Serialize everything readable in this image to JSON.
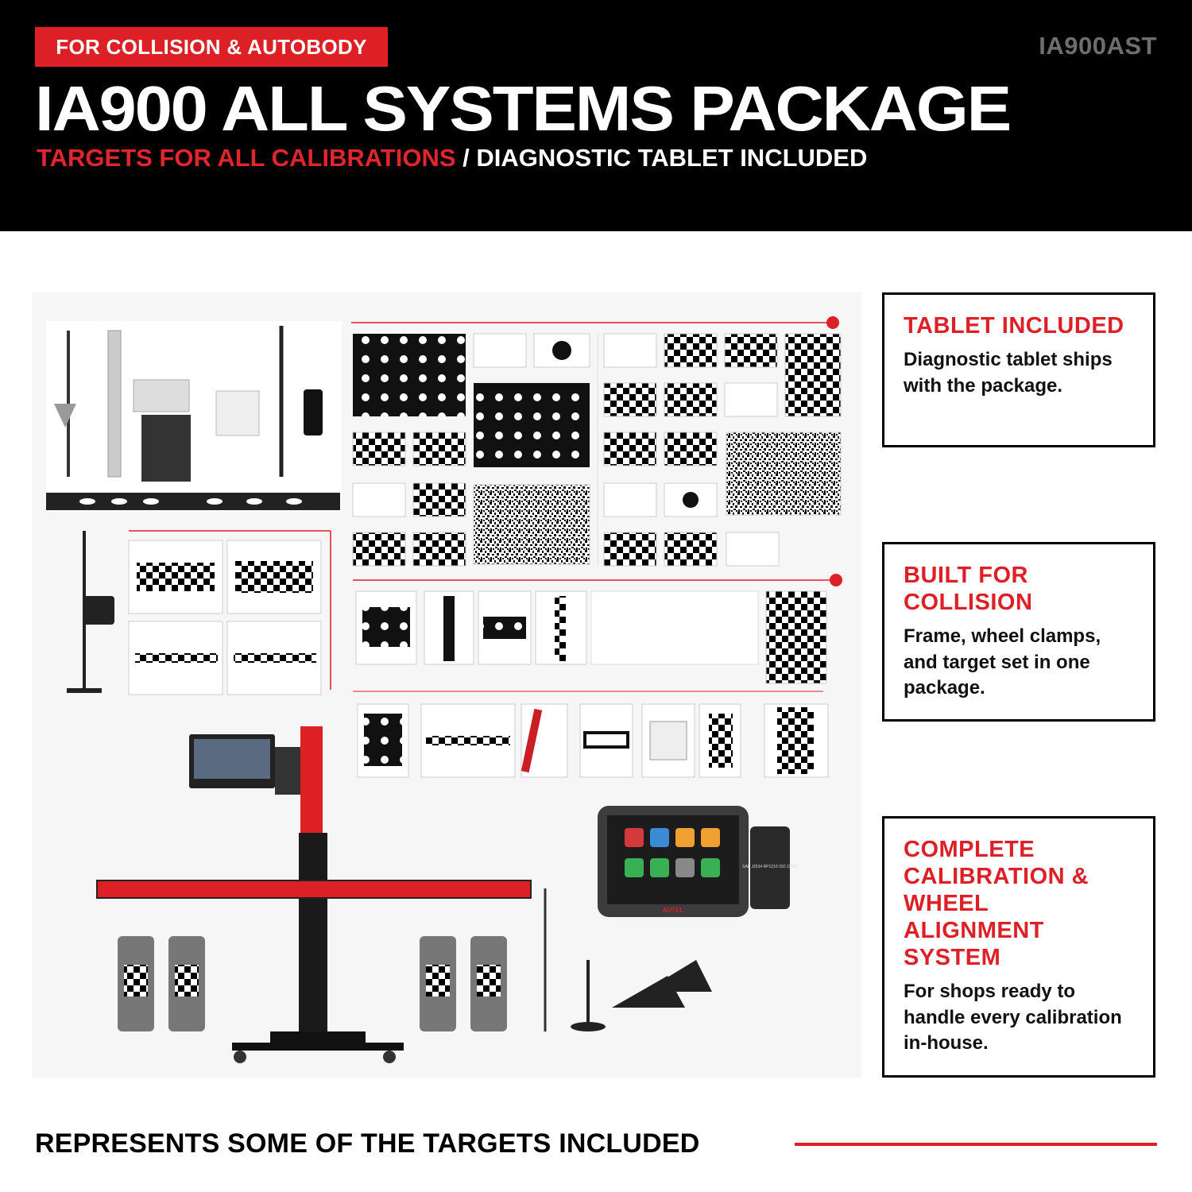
{
  "header": {
    "badge": "FOR COLLISION & AUTOBODY",
    "sku": "IA900AST",
    "title": "IA900 ALL SYSTEMS PACKAGE",
    "subtitle_red": "TARGETS FOR ALL CALIBRATIONS",
    "subtitle_white": "/ DIAGNOSTIC TABLET INCLUDED"
  },
  "features": [
    {
      "title": "TABLET INCLUDED",
      "body": "Diagnostic tablet ships with the package."
    },
    {
      "title": "BUILT FOR COLLISION",
      "body": "Frame, wheel clamps, and target set in one package."
    },
    {
      "title": "COMPLETE CALIBRATION & WHEEL ALIGNMENT SYSTEM",
      "body": "For shops ready to handle every calibration in-house."
    }
  ],
  "collage": {
    "tablet_label": "AUTEL",
    "vci_text": "SAE J2534 RP1210 ISO 22900"
  },
  "footer": {
    "text": "REPRESENTS SOME OF THE TARGETS INCLUDED"
  },
  "colors": {
    "accent": "#dd1f26",
    "header_bg": "#000000",
    "sku_gray": "#6e6e6e"
  }
}
